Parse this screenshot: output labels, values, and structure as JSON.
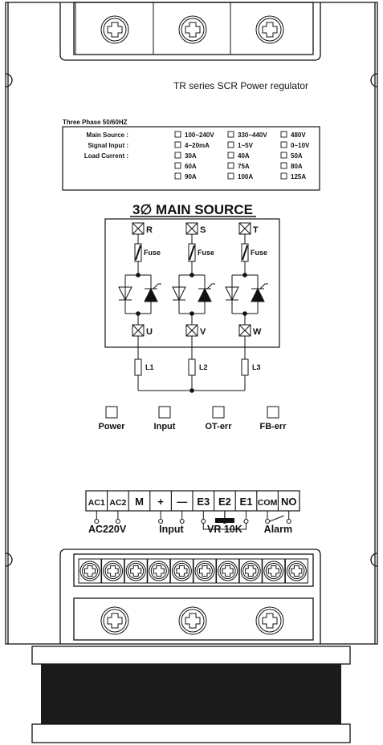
{
  "title": "TR series SCR Power regulator",
  "spec": {
    "header": "Three Phase  50/60HZ",
    "rows": [
      {
        "label": "Main Source :",
        "options": [
          "100~240V",
          "330~440V",
          "480V"
        ]
      },
      {
        "label": "Signal Input :",
        "options": [
          "4~20mA",
          "1~5V",
          "0~10V"
        ]
      },
      {
        "label": "Load Current :",
        "options": [
          "30A",
          "40A",
          "50A"
        ]
      },
      {
        "label": "",
        "options": [
          "60A",
          "75A",
          "80A"
        ]
      },
      {
        "label": "",
        "options": [
          "90A",
          "100A",
          "125A"
        ]
      }
    ]
  },
  "main_source": {
    "title": "3∅ MAIN SOURCE",
    "inputs": [
      "R",
      "S",
      "T"
    ],
    "fuse_label": "Fuse",
    "outputs": [
      "U",
      "V",
      "W"
    ],
    "loads": [
      "L1",
      "L2",
      "L3"
    ]
  },
  "indicators": [
    "Power",
    "Input",
    "OT-err",
    "FB-err"
  ],
  "terminals": [
    "AC1",
    "AC2",
    "M",
    "+",
    "—",
    "E3",
    "E2",
    "E1",
    "COM",
    "NO"
  ],
  "terminal_groups": [
    "AC220V",
    "Input",
    "VR 10K",
    "Alarm"
  ],
  "colors": {
    "line": "#111111",
    "panel": "#ffffff",
    "heatsink": "#1b1b1b"
  }
}
